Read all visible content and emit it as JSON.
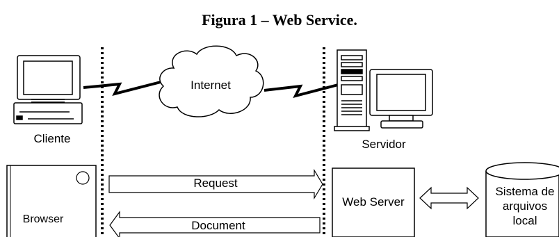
{
  "figure": {
    "title": "Figura 1 – Web Service."
  },
  "nodes": {
    "client": "Cliente",
    "server": "Servidor",
    "internet": "Internet",
    "browser": "Browser",
    "web_server": "Web Server",
    "storage_line1": "Sistema de",
    "storage_line2": "arquivos",
    "storage_line3": "local"
  },
  "arrows": {
    "request": "Request",
    "document": "Document"
  }
}
